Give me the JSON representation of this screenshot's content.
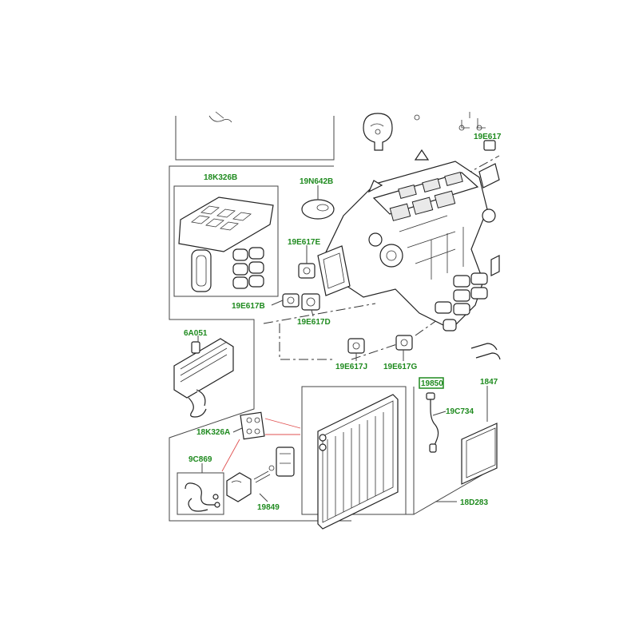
{
  "labels": {
    "l_18K326B": "18K326B",
    "l_19N642B": "19N642B",
    "l_19E617E": "19E617E",
    "l_19E617B": "19E617B",
    "l_19E617D": "19E617D",
    "l_19E617_top": "19E617",
    "l_6A051": "6A051",
    "l_19E617J": "19E617J",
    "l_19E617G": "19E617G",
    "l_19850": "19850",
    "l_1847": "1847",
    "l_19C734": "19C734",
    "l_18K326A": "18K326A",
    "l_9C869": "9C869",
    "l_19849": "19849",
    "l_18D283": "18D283"
  },
  "colors": {
    "label": "#1e8a1e",
    "highlight_box": "#1e8a1e",
    "leader_red": "#e05050",
    "line": "#333333"
  }
}
